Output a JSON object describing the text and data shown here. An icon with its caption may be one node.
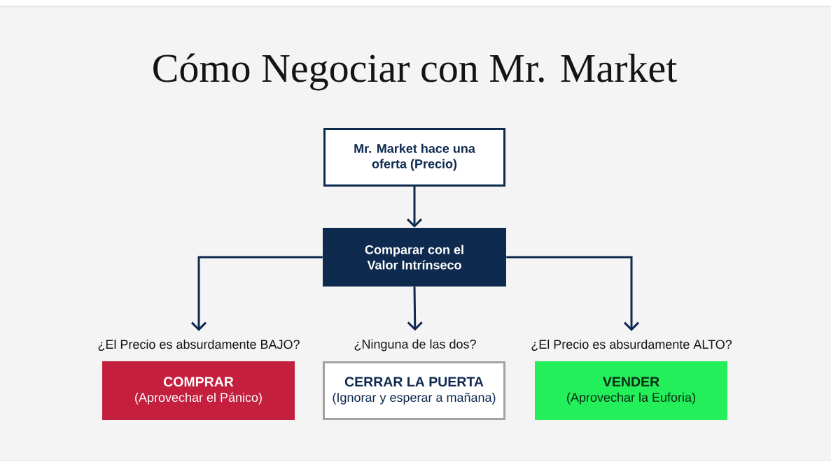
{
  "diagram": {
    "title": "Cómo Negociar con Mr. Market",
    "nodes": [
      {
        "text": [
          "Mr. Market hace una oferta (Precio)"
        ]
      },
      {
        "text": [
          "Comparar con el Valor Intrínseco"
        ]
      },
      {
        "text": [
          "¿El Precio es absurdamente BAJO?"
        ]
      },
      {
        "text": [
          "¿Ninguna de las dos?"
        ]
      },
      {
        "text": [
          "¿El Precio es absurdamente ALTO?"
        ]
      },
      {
        "text": [
          "COMPRAR",
          "(Aprovechar el Pánico)"
        ]
      },
      {
        "text": [
          "CERRAR LA PUERTA",
          "(Ignorar y esperar a mañana)"
        ]
      },
      {
        "text": [
          "VENDER",
          "(Aprovechar la Euforia)"
        ]
      }
    ],
    "edges": [
      {
        "from": 0,
        "to": 1,
        "arrow": "to"
      },
      {
        "from": 1,
        "to": 2,
        "arrow": "to"
      },
      {
        "from": 1,
        "to": 3,
        "arrow": "to"
      },
      {
        "from": 1,
        "to": 4,
        "arrow": "to"
      }
    ]
  }
}
